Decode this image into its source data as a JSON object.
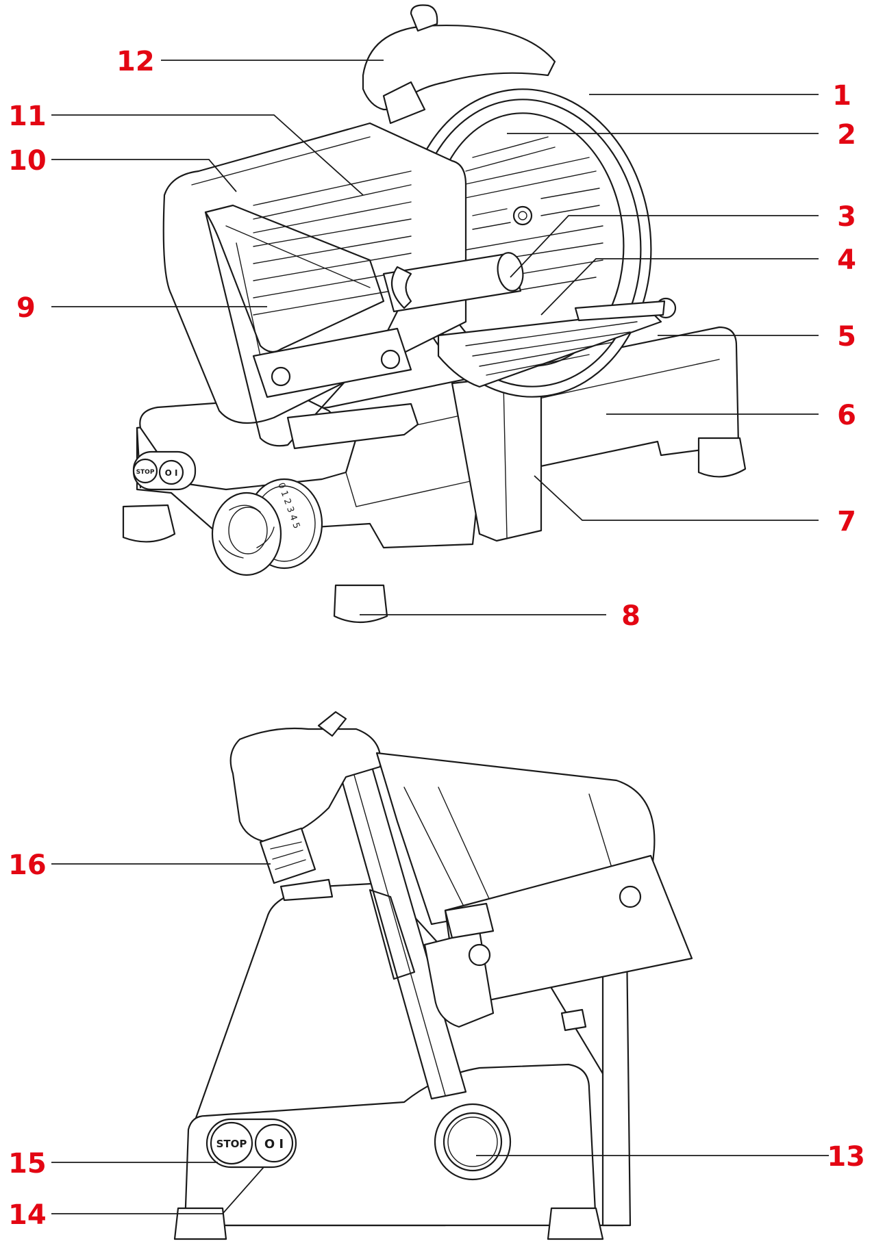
{
  "label_color": "#e30613",
  "line_color": "#1a1a1a",
  "callouts": [
    "1",
    "2",
    "3",
    "4",
    "5",
    "6",
    "7",
    "8",
    "9",
    "10",
    "11",
    "12",
    "13",
    "14",
    "15",
    "16"
  ],
  "buttons": {
    "stop": "STOP",
    "on_off": "O I"
  },
  "dial_marks": "0 1 2 3 4 5"
}
